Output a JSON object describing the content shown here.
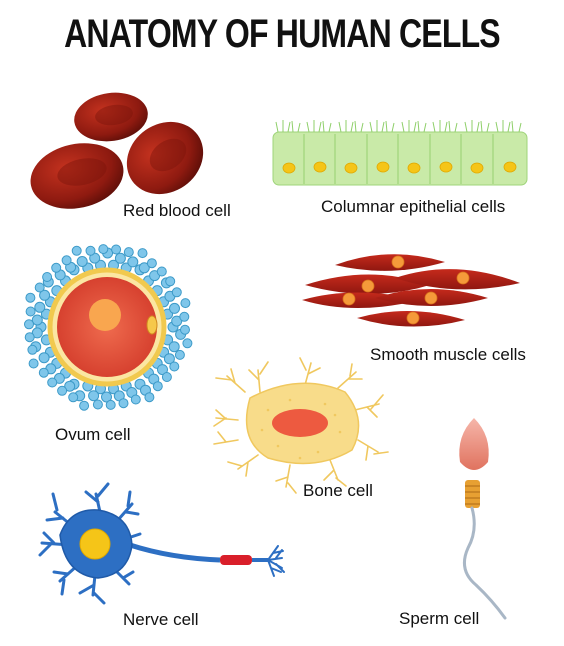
{
  "title": "ANATOMY OF HUMAN CELLS",
  "cells": {
    "red_blood": "Red blood cell",
    "columnar_epithelial": "Columnar epithelial cells",
    "ovum": "Ovum cell",
    "smooth_muscle": "Smooth muscle cells",
    "bone": "Bone cell",
    "nerve": "Nerve cell",
    "sperm": "Sperm cell"
  },
  "colors": {
    "red_blood": "#9b1a12",
    "epithelial": "#c9eaa8",
    "nucleus_yellow": "#f5c518",
    "ovum_shell": "#7fc6ea",
    "ovum_core": "#e8533f",
    "muscle": "#b32018",
    "bone": "#f8dc8a",
    "nerve": "#2d6fc3",
    "sperm_head": "#f09a8c"
  }
}
